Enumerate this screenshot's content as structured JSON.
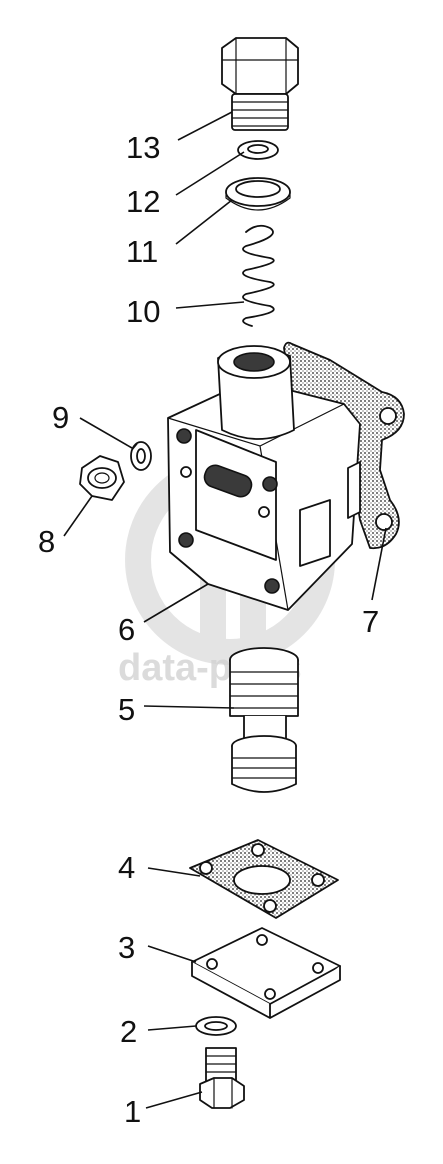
{
  "callouts": [
    {
      "id": "1",
      "label": "1"
    },
    {
      "id": "2",
      "label": "2"
    },
    {
      "id": "3",
      "label": "3"
    },
    {
      "id": "4",
      "label": "4"
    },
    {
      "id": "5",
      "label": "5"
    },
    {
      "id": "6",
      "label": "6"
    },
    {
      "id": "7",
      "label": "7"
    },
    {
      "id": "8",
      "label": "8"
    },
    {
      "id": "9",
      "label": "9"
    },
    {
      "id": "10",
      "label": "10"
    },
    {
      "id": "11",
      "label": "11"
    },
    {
      "id": "12",
      "label": "12"
    },
    {
      "id": "13",
      "label": "13"
    }
  ],
  "watermark": {
    "text": "data-parts"
  },
  "colors": {
    "ink": "#111111",
    "background": "#ffffff",
    "watermark": "#d0d0d0"
  }
}
